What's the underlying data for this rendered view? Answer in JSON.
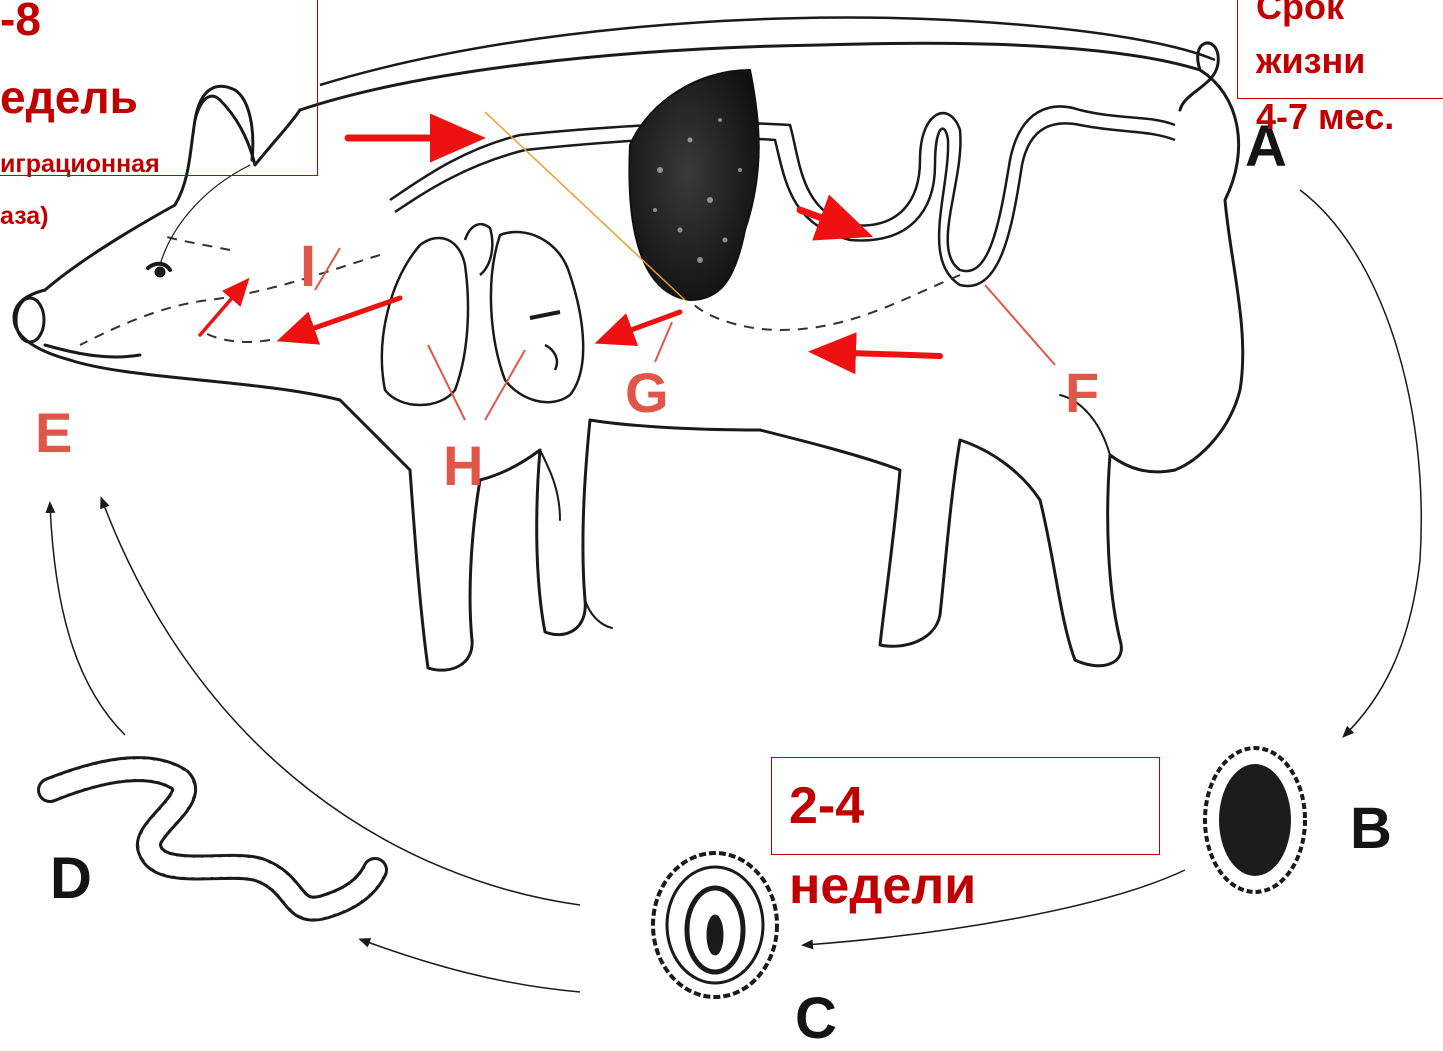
{
  "boxes": {
    "top_left": {
      "line1": "-8",
      "line2": "едель",
      "line3": "играционная",
      "line4": "аза)"
    },
    "top_right": {
      "line1": "Срок",
      "line2": "жизни",
      "line3": "4-7 мес."
    },
    "bottom": {
      "line1": "2-4",
      "line2": "недели"
    }
  },
  "labels": {
    "A": "A",
    "B": "B",
    "C": "C",
    "D": "D",
    "E": "E",
    "F": "F",
    "G": "G",
    "H": "H",
    "I": "I"
  },
  "colors": {
    "annotation_red": "#c00000",
    "arrow_red": "#ee1111",
    "label_salmon": "#e0574a",
    "line_art": "#1a1a1a",
    "orange_line": "#e8a030"
  }
}
